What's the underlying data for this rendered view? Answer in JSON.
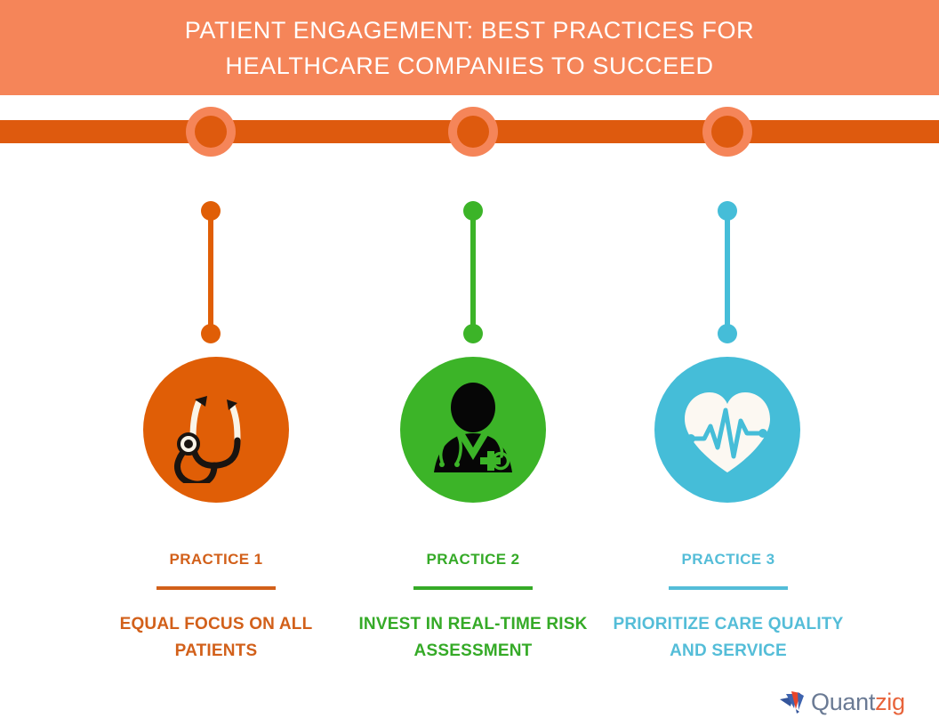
{
  "header": {
    "line1": "PATIENT ENGAGEMENT: BEST PRACTICES FOR",
    "line2": "HEALTHCARE COMPANIES TO SUCCEED",
    "background_color": "#F58559",
    "text_color": "#FFFFFF"
  },
  "timeline": {
    "bar_color": "#DE5A0E",
    "node_outer_color": "#F58559",
    "node_inner_color": "#DE5A0E",
    "node_count": 3
  },
  "columns": [
    {
      "practice_label": "PRACTICE 1",
      "description": "EQUAL FOCUS ON ALL PATIENTS",
      "icon": "stethoscope-icon",
      "accent_color": "#E05E06",
      "text_color": "#D2601A",
      "connector_color": "#E05E06"
    },
    {
      "practice_label": "PRACTICE 2",
      "description": "INVEST IN REAL-TIME RISK ASSESSMENT",
      "icon": "doctor-icon",
      "accent_color": "#3CB428",
      "text_color": "#35AA27",
      "connector_color": "#3CB428"
    },
    {
      "practice_label": "PRACTICE 3",
      "description": "PRIORITIZE CARE QUALITY AND SERVICE",
      "icon": "heart-pulse-icon",
      "accent_color": "#45BDD8",
      "text_color": "#54BDD8",
      "connector_color": "#45BDD8"
    }
  ],
  "logo": {
    "mark": "quantzig-arrow-icon",
    "part1": "Quant",
    "part2": "zig",
    "part1_color": "#6A7A94",
    "part2_color": "#E8643B"
  }
}
